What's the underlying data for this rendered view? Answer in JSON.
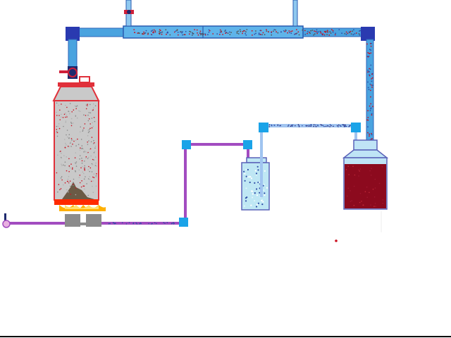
{
  "scene": {
    "description_visible_text": "",
    "components": {
      "reactor": "pressure-vessel",
      "burner": "gas-burner",
      "condenser": "water-cooled-condenser",
      "wash_bottle": "bubbler-bottle",
      "collector": "collection-flask"
    }
  },
  "colors": {
    "background": "#ffffff",
    "reactor_outline": "#e0303a",
    "reactor_fill": "#c9c9c9",
    "reactor_cap": "#e0303a",
    "flame_top": "#ff2a00",
    "flame_mid": "#ffb000",
    "burner_body": "#8c8c8c",
    "pipe_purple": "#a24cc0",
    "pipe_blue": "#3a8fd6",
    "pipe_dotted": "#2f4fa8",
    "joint_blue": "#1aa3e8",
    "joint_navy": "#2a3ab0",
    "bottle_glass": "#bfe7f4",
    "bottle_outline": "#5a62b8",
    "collector_liquid": "#8c0a1e",
    "collector_glass": "#bfe4f6",
    "particle_red": "#cc1020",
    "particle_dark": "#3a3a3a",
    "valve_red": "#d0203a",
    "valve_navy": "#1e2a6e"
  }
}
